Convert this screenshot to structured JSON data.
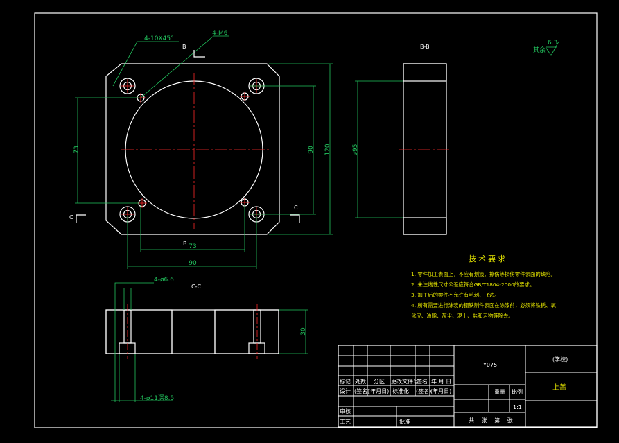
{
  "drawing": {
    "callouts": {
      "chamfer": "4-10X45°",
      "thread": "4-M6",
      "hole_through": "4-ø6.6",
      "counterbore": "4-ø11深8.5"
    },
    "section_labels": {
      "b": "B",
      "b_pos": "B",
      "bb_title": "B-B",
      "c_left": "C",
      "c_right": "C",
      "cc_title": "C-C"
    },
    "dimensions": {
      "d73_vertical": "73",
      "d73_horizontal": "73",
      "d90_vertical": "90",
      "d90_horizontal": "90",
      "d120": "120",
      "d_phi95": "ø95",
      "d30": "30"
    },
    "surface_finish": {
      "value": "6.3",
      "note": "其余"
    }
  },
  "tech": {
    "title": "技术要求",
    "lines": [
      "1. 零件加工表面上，不应有划痕、擦伤等损伤零件表面的缺陷。",
      "2. 未注线性尺寸公差应符合GB/T1804-2000的要求。",
      "3. 加工后的零件不允许有毛刺、飞边。",
      "4. 所有需要进行涂装的钢铁制件表面在涂漆前，必须将铁锈、氧",
      "化皮、油脂、灰尘、泥土、盐和污物等除去。"
    ]
  },
  "titleblock": {
    "school": "(学校)",
    "material": "Y075",
    "part_name": "上盖",
    "row_headers": [
      "标记",
      "处数",
      "分区",
      "更改文件号",
      "签名",
      "年.月.日"
    ],
    "design_row": [
      "设计",
      "(签名)",
      "(年月日)",
      "标准化",
      "(签名)",
      "(年月日)"
    ],
    "weight": "重量",
    "scale": "比例",
    "scale_value": "1:1",
    "review": "审核",
    "process": "工艺",
    "approve": "批准",
    "sheets": "共  张  第  张"
  }
}
